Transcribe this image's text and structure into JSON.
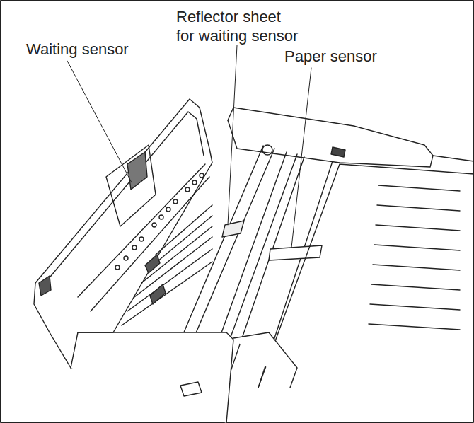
{
  "diagram": {
    "labels": [
      "Waiting sensor",
      "Reflector sheet for waiting sensor",
      "Paper sensor"
    ]
  }
}
